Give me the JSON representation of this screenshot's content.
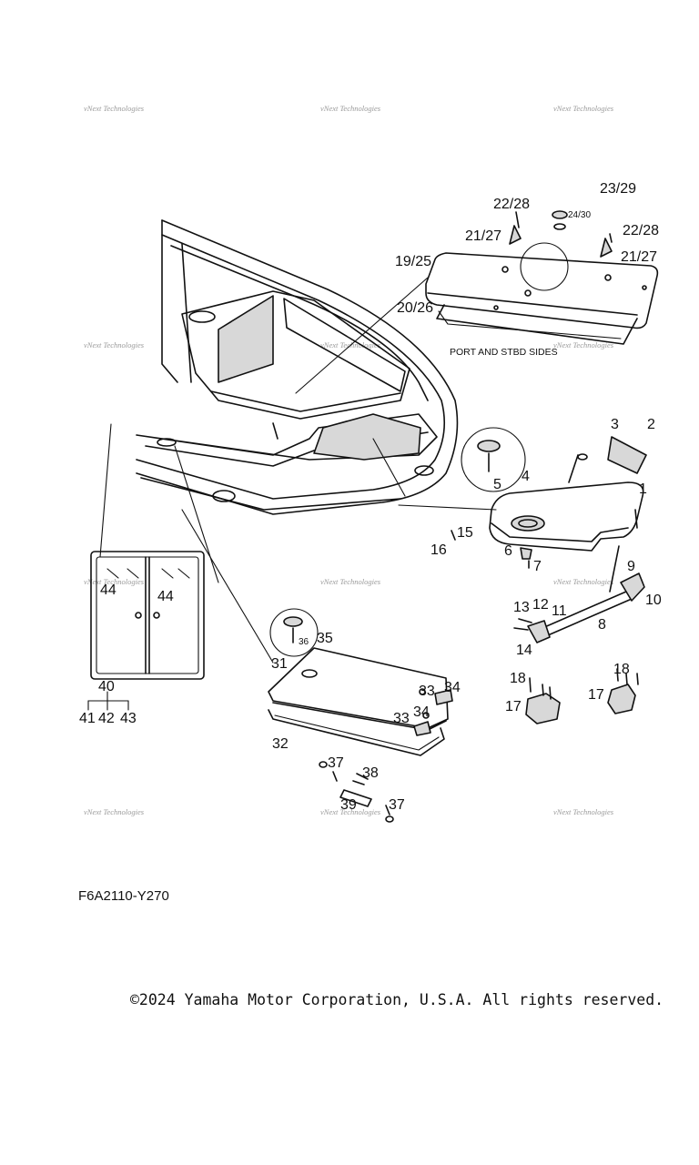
{
  "diagram": {
    "labels": {
      "l_23_29": "23/29",
      "l_22_28a": "22/28",
      "l_24_30": "24/30",
      "l_22_28b": "22/28",
      "l_21_27a": "21/27",
      "l_21_27b": "21/27",
      "l_19_25": "19/25",
      "l_20_26": "20/26",
      "l_3": "3",
      "l_2": "2",
      "l_4": "4",
      "l_5": "5",
      "l_1": "1",
      "l_15": "15",
      "l_16": "16",
      "l_6": "6",
      "l_7": "7",
      "l_9": "9",
      "l_10": "10",
      "l_13": "13",
      "l_12": "12",
      "l_11": "11",
      "l_8": "8",
      "l_14": "14",
      "l_44a": "44",
      "l_44b": "44",
      "l_40": "40",
      "l_41": "41",
      "l_42": "42",
      "l_43": "43",
      "l_35": "35",
      "l_36": "36",
      "l_31": "31",
      "l_33a": "33",
      "l_34a": "34",
      "l_33b": "33",
      "l_34b": "34",
      "l_32": "32",
      "l_18a": "18",
      "l_18b": "18",
      "l_17a": "17",
      "l_17b": "17",
      "l_37a": "37",
      "l_38": "38",
      "l_39": "39",
      "l_37b": "37"
    },
    "note": "PORT AND STBD  SIDES",
    "watermark": "vNext Technologies"
  },
  "footer": {
    "code": "F6A2110-Y270",
    "copyright": "©2024 Yamaha Motor Corporation, U.S.A. All rights reserved."
  }
}
